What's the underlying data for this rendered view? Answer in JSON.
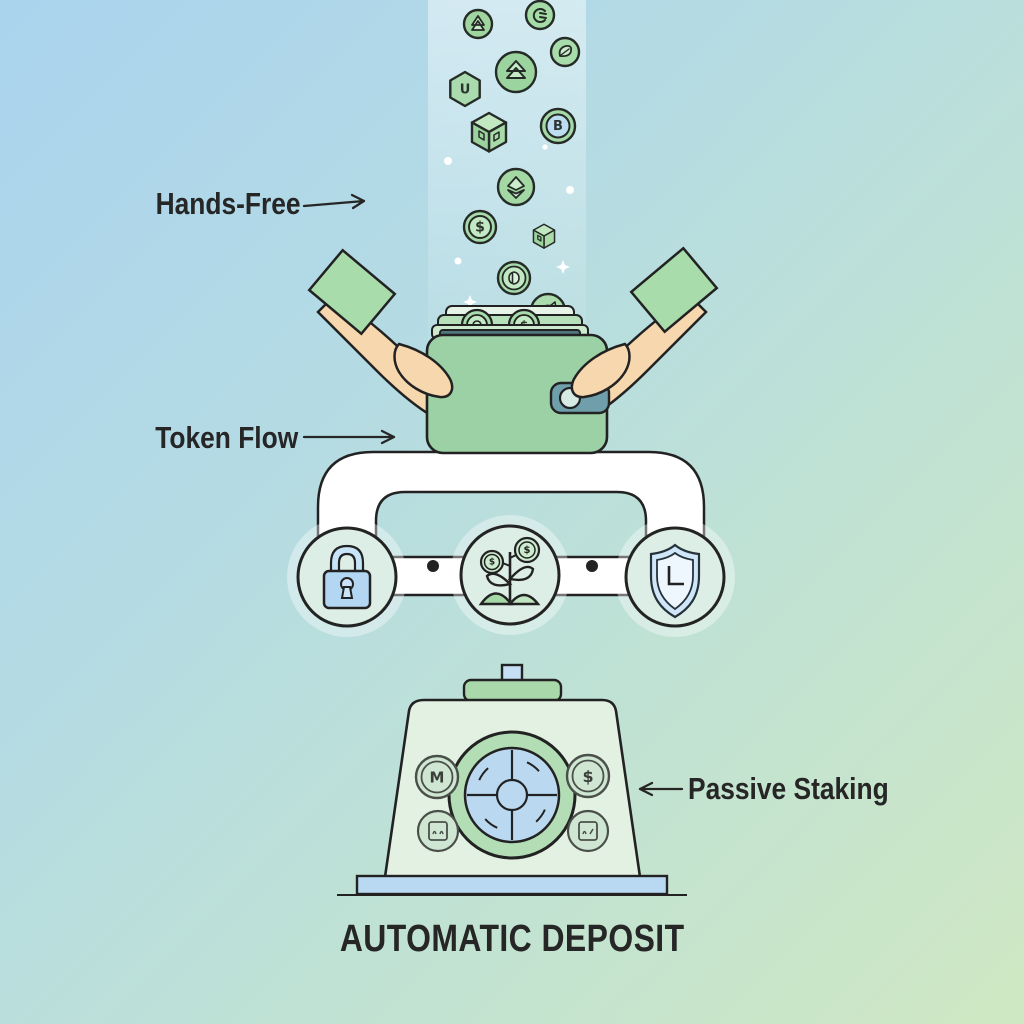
{
  "title": "AUTOMATIC DEPOSIT",
  "annotations": {
    "hands_free": {
      "label": "Hands-Free",
      "arrow_direction": "right"
    },
    "token_flow": {
      "label": "Token Flow",
      "arrow_direction": "right"
    },
    "passive_staking": {
      "label": "Passive Staking",
      "arrow_direction": "left"
    }
  },
  "glyphs": {
    "dollar": "$",
    "bitcoin_b": "B",
    "hex_u": "U",
    "badge_m": "M"
  },
  "icons": {
    "falling_tokens": [
      "pine-coin",
      "cedi-coin",
      "leaf-coin",
      "layered-eth-coin",
      "hexagon-u-token",
      "cube-token",
      "bitcoin-coin",
      "ethereum-coin",
      "dollar-coin",
      "small-cube-token",
      "gem-coin",
      "piggy-coin"
    ],
    "flow_nodes": [
      "lock-icon",
      "sprout-growth-icon",
      "shield-clock-icon"
    ],
    "vault": [
      "vault-dial",
      "m-badge",
      "dollar-badge",
      "chart-badge",
      "chart-badge"
    ]
  },
  "colors": {
    "background_top_left": "#aad3ee",
    "background_bottom_right": "#cfe8c3",
    "token_green": "#a5d9a8",
    "outline_dark": "#222222",
    "wallet_green": "#9bd1a4",
    "wallet_clasp_teal": "#6f9faa",
    "sleeve_green": "#a9dcab",
    "skin": "#f6d7ae",
    "pipe_white": "#ffffff",
    "node_fill": "#ddeee6",
    "lock_blue": "#b3d7f3",
    "shield_blue": "#cfe7f8",
    "vault_body": "#e3f1e3",
    "vault_cap_green": "#a9d9ab",
    "dial_blue": "#bad9f1",
    "base_blue": "#b9d9f2",
    "text_dark": "#262626"
  }
}
